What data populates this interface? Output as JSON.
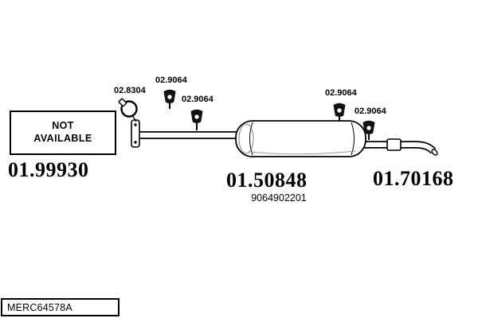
{
  "not_available": {
    "line1": "NOT",
    "line2": "AVAILABLE"
  },
  "part_labels": {
    "clamp": "02.8304",
    "front_hanger_upper": "02.9064",
    "front_hanger_lower": "02.9064",
    "rear_hanger_upper": "02.9064",
    "rear_hanger_lower": "02.9064"
  },
  "part_numbers": {
    "front_section": "01.99930",
    "middle_silencer": "01.50848",
    "middle_silencer_ref": "9064902201",
    "rear_pipe": "01.70168"
  },
  "footer": {
    "code": "MERC64578A"
  },
  "icons": {
    "clamp": "clamp-icon",
    "hanger": "rubber-hanger-icon"
  },
  "colors": {
    "ink": "#000000",
    "background": "#ffffff"
  }
}
